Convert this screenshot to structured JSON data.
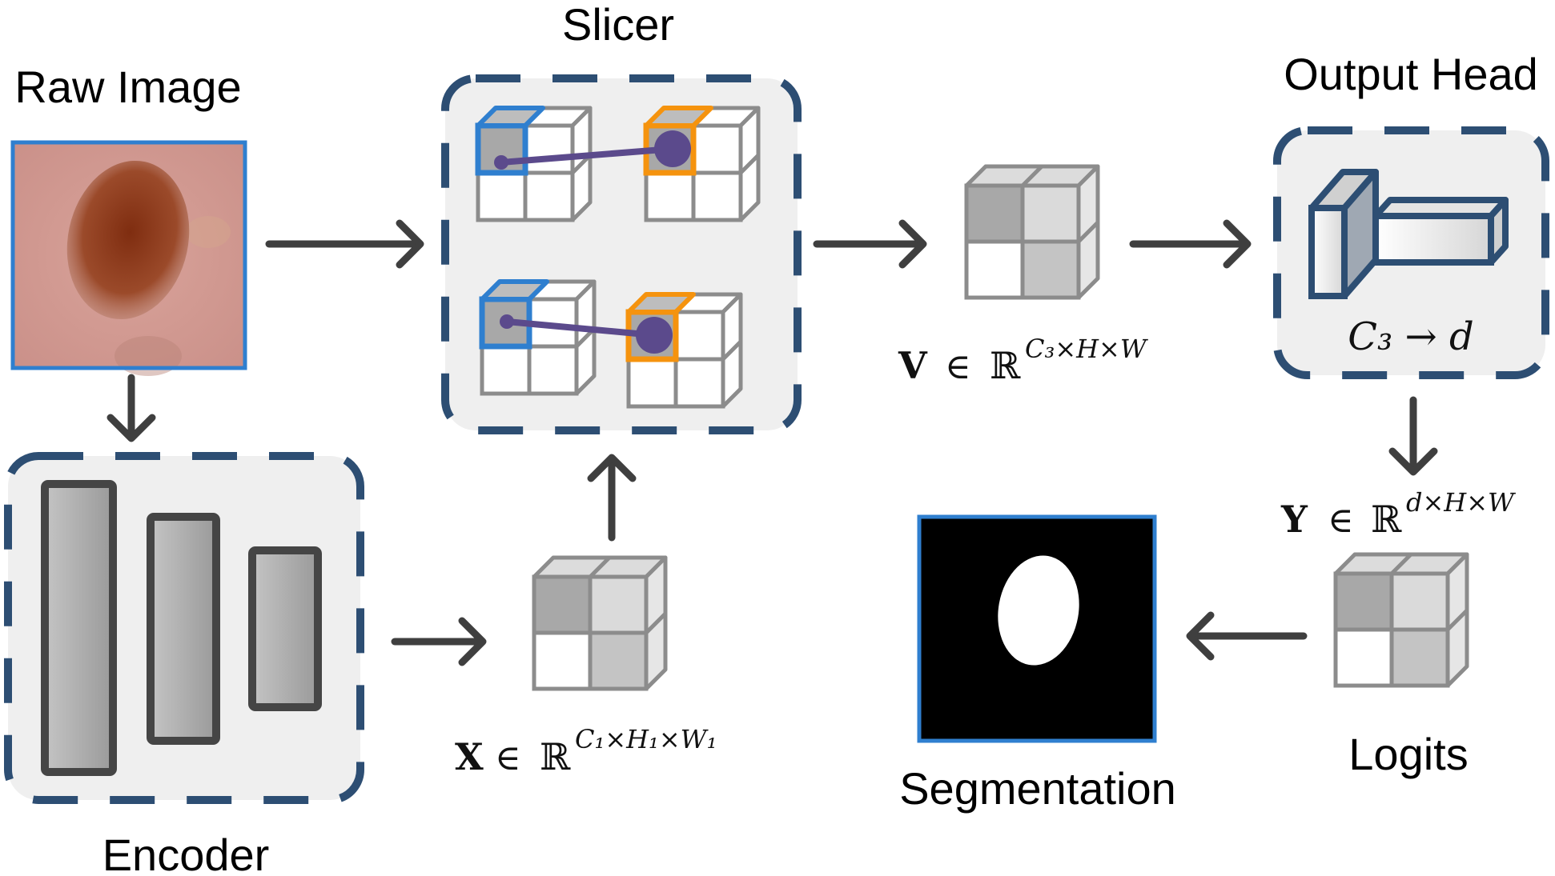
{
  "labels": {
    "raw_image": "Raw Image",
    "slicer": "Slicer",
    "output_head": "Output Head",
    "encoder": "Encoder",
    "segmentation": "Segmentation",
    "logits": "Logits"
  },
  "math": {
    "x": {
      "sym": "X",
      "in": "∈",
      "set": "ℝ",
      "sup": "C₁×H₁×W₁"
    },
    "v": {
      "sym": "V",
      "in": "∈",
      "set": "ℝ",
      "sup": "C₃×H×W"
    },
    "y": {
      "sym": "Y",
      "in": "∈",
      "set": "ℝ",
      "sup": "d×H×W"
    },
    "head": "C₃ → d"
  },
  "colors": {
    "dashed_border": "#2d4e73",
    "panel_fill": "#efefef",
    "arrow": "#3f3f3f",
    "cube_stroke": "#8c8c8c",
    "highlight_blue": "#2f7fcf",
    "highlight_orange": "#f5930e",
    "connector": "#5b4a8c",
    "image_frame": "#2f7fcf"
  }
}
